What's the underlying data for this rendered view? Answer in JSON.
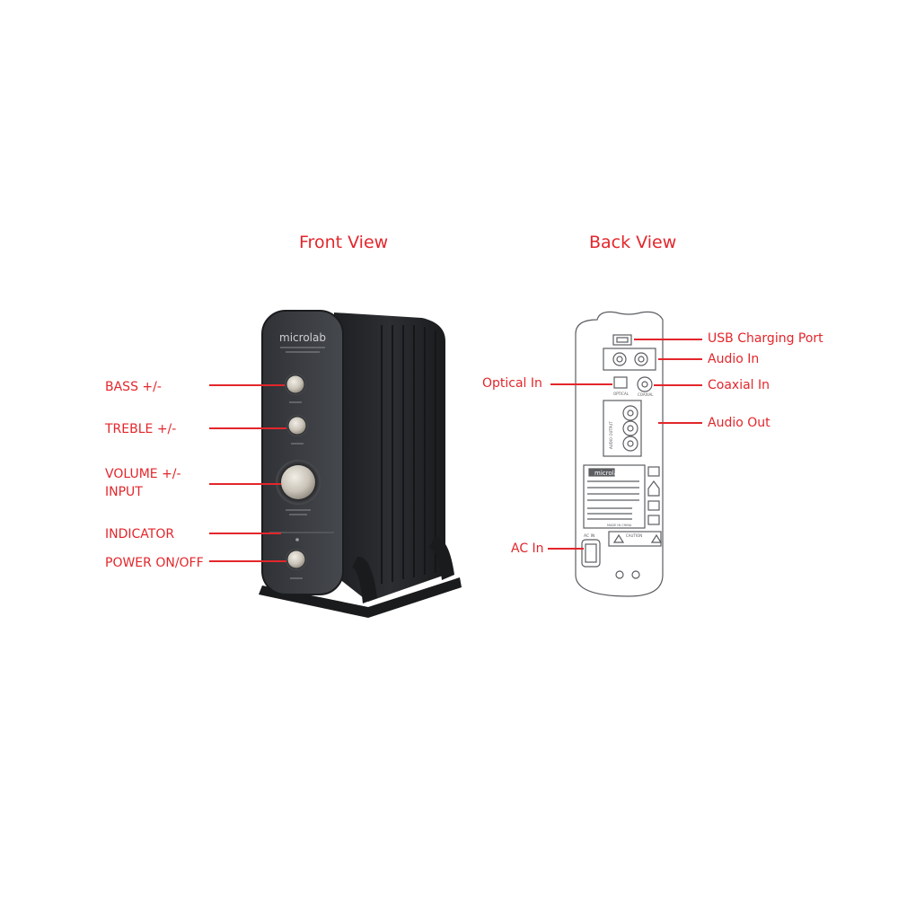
{
  "titles": {
    "front": "Front View",
    "back": "Back View"
  },
  "brand": "microlab",
  "front_labels": {
    "bass": "BASS +/-",
    "treble": "TREBLE +/-",
    "volume_line1": "VOLUME +/-",
    "volume_line2": "INPUT",
    "indicator": "INDICATOR",
    "power": "POWER ON/OFF"
  },
  "back_labels": {
    "usb": "USB Charging Port",
    "audio_in": "Audio In",
    "optical_in": "Optical In",
    "coaxial_in": "Coaxial In",
    "audio_out": "Audio Out",
    "ac_in": "AC In"
  },
  "panel_text": {
    "optical": "OPTICAL",
    "coaxial": "COAXIAL",
    "audio_output": "AUDIO OUTPUT",
    "ac_in": "AC IN",
    "caution": "CAUTION",
    "made_in": "MADE IN CHINA"
  },
  "colors": {
    "accent": "#e3262b",
    "device_body": "#2b2d30",
    "device_face": "#3a3c40"
  }
}
